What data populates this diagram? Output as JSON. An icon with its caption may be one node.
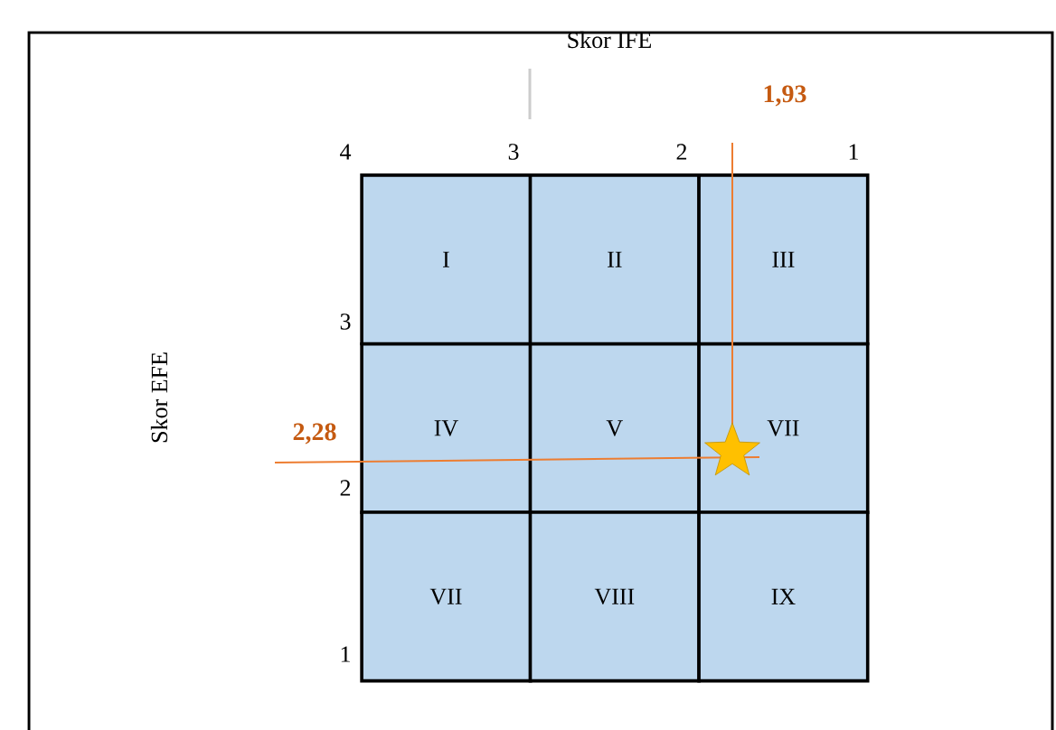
{
  "diagram": {
    "nodes": [
      {
        "text": [
          "I"
        ]
      },
      {
        "text": [
          "II"
        ]
      },
      {
        "text": [
          "III"
        ]
      },
      {
        "text": [
          "IV"
        ]
      },
      {
        "text": [
          "V"
        ]
      },
      {
        "text": [
          "VII"
        ]
      },
      {
        "text": [
          "VII"
        ]
      },
      {
        "text": [
          "VIII"
        ]
      },
      {
        "text": [
          "IX"
        ]
      }
    ],
    "edges": [],
    "labels": [
      "Skor IFE",
      "1,93",
      "4",
      "3",
      "2",
      "1",
      "Skor EFE",
      "3",
      "2,28",
      "2",
      "1"
    ]
  }
}
